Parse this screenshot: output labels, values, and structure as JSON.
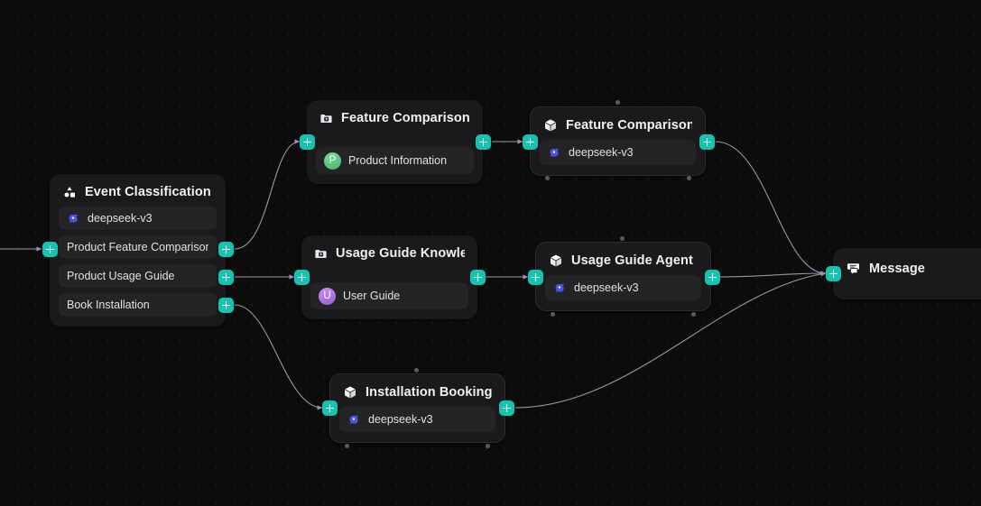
{
  "canvas": {
    "background_color": "#0c0c0d",
    "grid_dot_color": "#1e1e20",
    "accent_color": "#14c4b0",
    "edge_color": "#b8b8c8"
  },
  "nodes": {
    "event_classification": {
      "title": "Event Classification",
      "icon": "classification-shapes-icon",
      "model": "deepseek-v3",
      "model_icon": "deepseek-icon",
      "branches": [
        {
          "label": "Product Feature Comparison"
        },
        {
          "label": "Product Usage Guide"
        },
        {
          "label": "Book Installation"
        }
      ]
    },
    "feature_comparison_knowledge": {
      "title": "Feature Comparison ...",
      "icon": "knowledge-base-icon",
      "items": [
        {
          "label": "Product Information",
          "avatar": "P",
          "avatar_color": "green"
        }
      ]
    },
    "feature_comparison_agent": {
      "title": "Feature Comparison...",
      "icon": "agent-cube-icon",
      "model": "deepseek-v3",
      "model_icon": "deepseek-icon"
    },
    "usage_guide_knowledge": {
      "title": "Usage Guide Knowle...",
      "icon": "knowledge-base-icon",
      "items": [
        {
          "label": "User Guide",
          "avatar": "U",
          "avatar_color": "purple"
        }
      ]
    },
    "usage_guide_agent": {
      "title": "Usage Guide Agent",
      "icon": "agent-cube-icon",
      "model": "deepseek-v3",
      "model_icon": "deepseek-icon"
    },
    "installation_booking_agent": {
      "title": "Installation Booking ...",
      "icon": "agent-cube-icon",
      "model": "deepseek-v3",
      "model_icon": "deepseek-icon"
    },
    "message": {
      "title": "Message",
      "icon": "message-bubble-icon"
    }
  }
}
